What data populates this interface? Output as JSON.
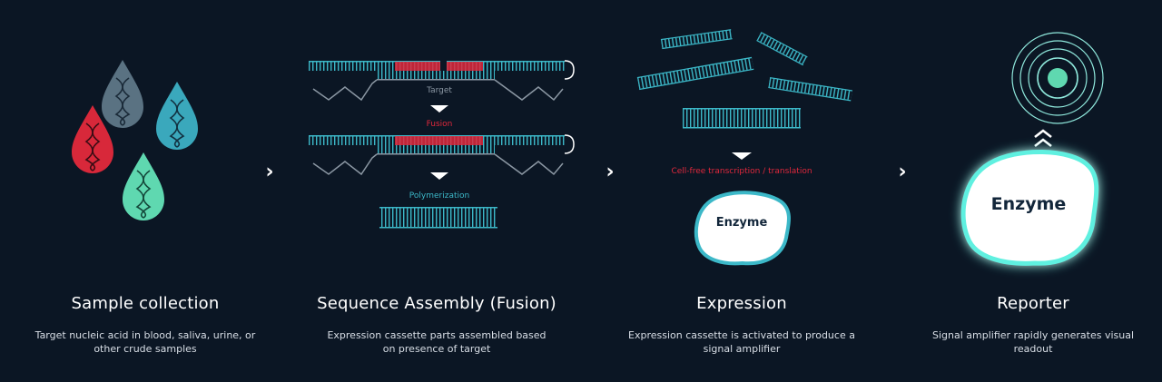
{
  "steps": [
    {
      "title": "Sample collection",
      "description": "Target nucleic acid in blood, saliva, urine, or other crude samples"
    },
    {
      "title": "Sequence Assembly (Fusion)",
      "description": "Expression cassette parts assembled based on presence of target"
    },
    {
      "title": "Expression",
      "description": "Expression cassette is activated to produce a signal amplifier"
    },
    {
      "title": "Reporter",
      "description": "Signal amplifier rapidly generates visual readout"
    }
  ],
  "labels": {
    "target": "Target",
    "fusion": "Fusion",
    "polymerization": "Polymerization",
    "cell_free": "Cell-free transcription / translation",
    "enzyme": "Enzyme"
  },
  "colors": {
    "background": "#0b1624",
    "teal": "#3cb8c8",
    "red": "#e0283c",
    "grey_blue": "#5a7282",
    "mint": "#5fd8b0",
    "glow": "#5ff0e0"
  },
  "icons": {
    "separator": "chevron-right-icon",
    "signal": "double-chevron-up-icon"
  }
}
